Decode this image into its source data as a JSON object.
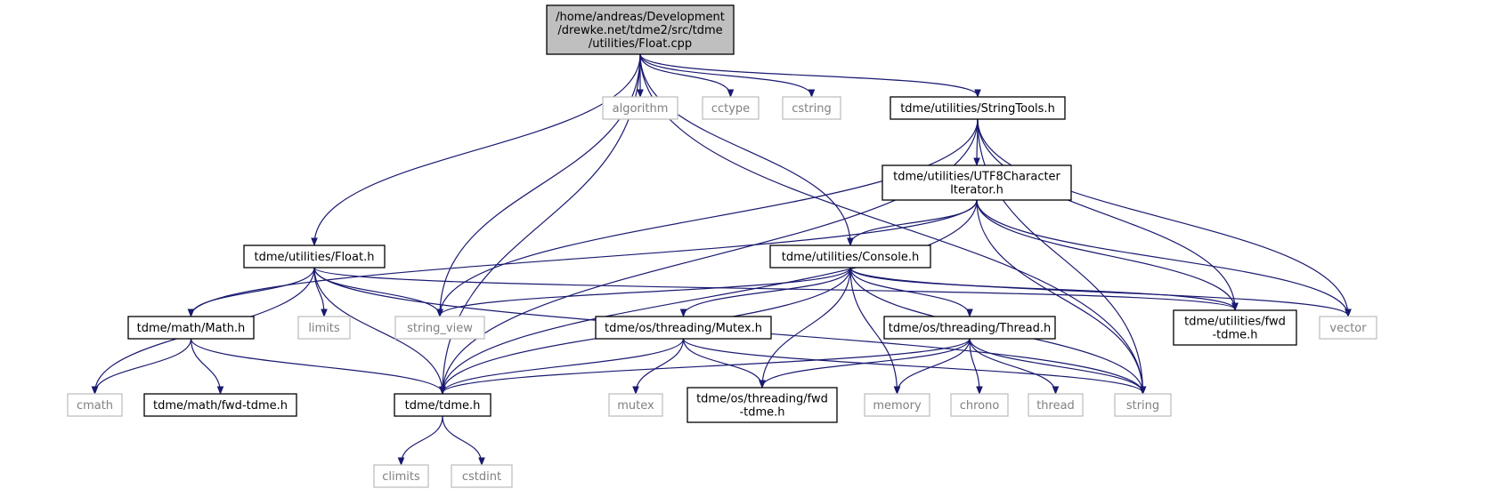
{
  "diagram": {
    "colors": {
      "edge": "#191970",
      "root_fill": "#bfbfbf",
      "root_border": "#000000",
      "header_border": "#000000",
      "system_border": "#bfbfbf",
      "system_text": "#808080",
      "header_text": "#000000",
      "background": "#ffffff"
    },
    "nodes": [
      {
        "id": "root",
        "kind": "root",
        "lines": [
          "/home/andreas/Development",
          "/drewke.net/tdme2/src/tdme",
          "/utilities/Float.cpp"
        ]
      },
      {
        "id": "algorithm",
        "kind": "system",
        "lines": [
          "algorithm"
        ]
      },
      {
        "id": "cctype",
        "kind": "system",
        "lines": [
          "cctype"
        ]
      },
      {
        "id": "cstring",
        "kind": "system",
        "lines": [
          "cstring"
        ]
      },
      {
        "id": "stringtools",
        "kind": "header",
        "lines": [
          "tdme/utilities/StringTools.h"
        ]
      },
      {
        "id": "utf8",
        "kind": "header",
        "lines": [
          "tdme/utilities/UTF8Character",
          "Iterator.h"
        ]
      },
      {
        "id": "floath",
        "kind": "header",
        "lines": [
          "tdme/utilities/Float.h"
        ]
      },
      {
        "id": "console",
        "kind": "header",
        "lines": [
          "tdme/utilities/Console.h"
        ]
      },
      {
        "id": "mathh",
        "kind": "header",
        "lines": [
          "tdme/math/Math.h"
        ]
      },
      {
        "id": "limits",
        "kind": "system",
        "lines": [
          "limits"
        ]
      },
      {
        "id": "string_view",
        "kind": "system",
        "lines": [
          "string_view"
        ]
      },
      {
        "id": "mutexh",
        "kind": "header",
        "lines": [
          "tdme/os/threading/Mutex.h"
        ]
      },
      {
        "id": "threadh",
        "kind": "header",
        "lines": [
          "tdme/os/threading/Thread.h"
        ]
      },
      {
        "id": "fwdutil",
        "kind": "header",
        "lines": [
          "tdme/utilities/fwd",
          "-tdme.h"
        ]
      },
      {
        "id": "vector",
        "kind": "system",
        "lines": [
          "vector"
        ]
      },
      {
        "id": "cmath",
        "kind": "system",
        "lines": [
          "cmath"
        ]
      },
      {
        "id": "fwdmath",
        "kind": "header",
        "lines": [
          "tdme/math/fwd-tdme.h"
        ]
      },
      {
        "id": "tdmeh",
        "kind": "header",
        "lines": [
          "tdme/tdme.h"
        ]
      },
      {
        "id": "mutex",
        "kind": "system",
        "lines": [
          "mutex"
        ]
      },
      {
        "id": "fwdthreading",
        "kind": "header",
        "lines": [
          "tdme/os/threading/fwd",
          "-tdme.h"
        ]
      },
      {
        "id": "memory",
        "kind": "system",
        "lines": [
          "memory"
        ]
      },
      {
        "id": "chrono",
        "kind": "system",
        "lines": [
          "chrono"
        ]
      },
      {
        "id": "thread",
        "kind": "system",
        "lines": [
          "thread"
        ]
      },
      {
        "id": "string",
        "kind": "system",
        "lines": [
          "string"
        ]
      },
      {
        "id": "climits",
        "kind": "system",
        "lines": [
          "climits"
        ]
      },
      {
        "id": "cstdint",
        "kind": "system",
        "lines": [
          "cstdint"
        ]
      }
    ],
    "edges": [
      {
        "from": "root",
        "to": "tdmeh"
      },
      {
        "from": "root",
        "to": "floath"
      },
      {
        "from": "root",
        "to": "string_view"
      },
      {
        "from": "root",
        "to": "console"
      },
      {
        "from": "root",
        "to": "algorithm"
      },
      {
        "from": "root",
        "to": "cctype"
      },
      {
        "from": "root",
        "to": "cstring"
      },
      {
        "from": "root",
        "to": "stringtools"
      },
      {
        "from": "root",
        "to": "string"
      },
      {
        "from": "stringtools",
        "to": "utf8"
      },
      {
        "from": "stringtools",
        "to": "tdmeh"
      },
      {
        "from": "stringtools",
        "to": "string_view"
      },
      {
        "from": "stringtools",
        "to": "fwdutil"
      },
      {
        "from": "stringtools",
        "to": "vector"
      },
      {
        "from": "stringtools",
        "to": "string"
      },
      {
        "from": "utf8",
        "to": "mathh"
      },
      {
        "from": "utf8",
        "to": "tdmeh"
      },
      {
        "from": "utf8",
        "to": "console"
      },
      {
        "from": "utf8",
        "to": "fwdutil"
      },
      {
        "from": "utf8",
        "to": "vector"
      },
      {
        "from": "utf8",
        "to": "string"
      },
      {
        "from": "floath",
        "to": "cmath"
      },
      {
        "from": "floath",
        "to": "mathh"
      },
      {
        "from": "floath",
        "to": "limits"
      },
      {
        "from": "floath",
        "to": "tdmeh"
      },
      {
        "from": "floath",
        "to": "string_view"
      },
      {
        "from": "floath",
        "to": "fwdutil"
      },
      {
        "from": "floath",
        "to": "string"
      },
      {
        "from": "console",
        "to": "tdmeh"
      },
      {
        "from": "console",
        "to": "string_view"
      },
      {
        "from": "console",
        "to": "mutexh"
      },
      {
        "from": "console",
        "to": "fwdthreading"
      },
      {
        "from": "console",
        "to": "memory"
      },
      {
        "from": "console",
        "to": "threadh"
      },
      {
        "from": "console",
        "to": "string"
      },
      {
        "from": "console",
        "to": "fwdutil"
      },
      {
        "from": "console",
        "to": "vector"
      },
      {
        "from": "mathh",
        "to": "cmath"
      },
      {
        "from": "mathh",
        "to": "fwdmath"
      },
      {
        "from": "mathh",
        "to": "tdmeh"
      },
      {
        "from": "mutexh",
        "to": "tdmeh"
      },
      {
        "from": "mutexh",
        "to": "mutex"
      },
      {
        "from": "mutexh",
        "to": "fwdthreading"
      },
      {
        "from": "mutexh",
        "to": "string"
      },
      {
        "from": "threadh",
        "to": "tdmeh"
      },
      {
        "from": "threadh",
        "to": "fwdthreading"
      },
      {
        "from": "threadh",
        "to": "memory"
      },
      {
        "from": "threadh",
        "to": "chrono"
      },
      {
        "from": "threadh",
        "to": "thread"
      },
      {
        "from": "threadh",
        "to": "string"
      },
      {
        "from": "tdmeh",
        "to": "climits"
      },
      {
        "from": "tdmeh",
        "to": "cstdint"
      }
    ]
  }
}
